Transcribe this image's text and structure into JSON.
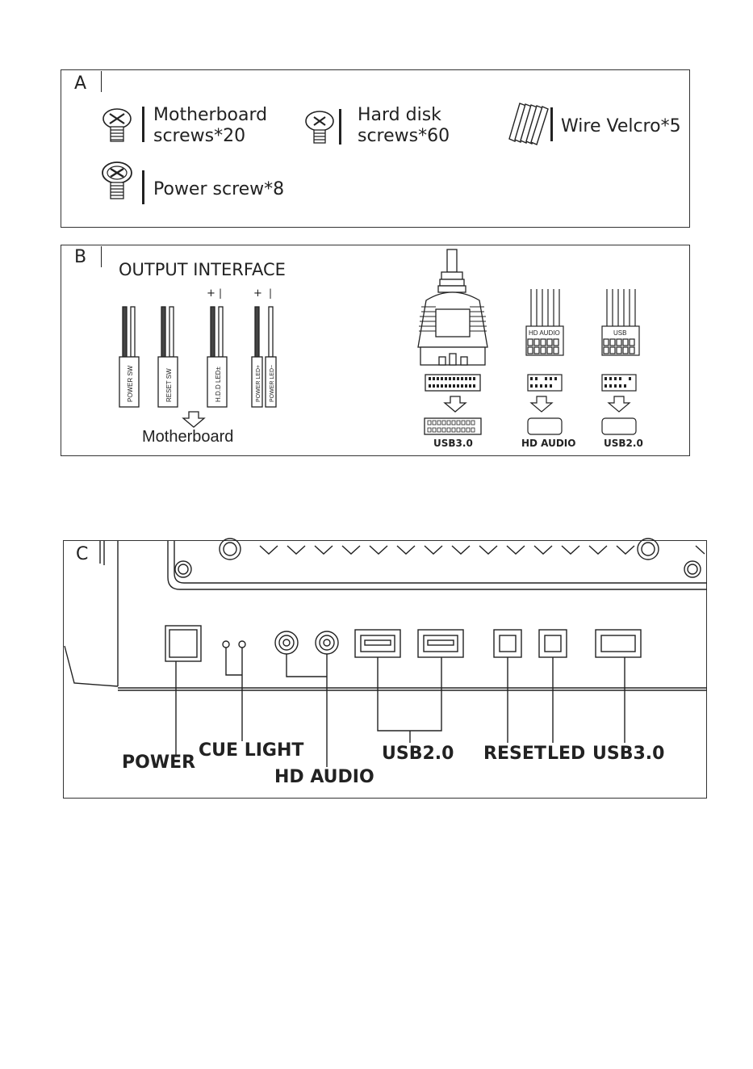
{
  "panel_a": {
    "letter": "A",
    "items": [
      {
        "line1": "Motherboard",
        "line2": "screws*20",
        "icon": "motherboard-screw-icon"
      },
      {
        "line1": "Hard disk",
        "line2": "screws*60",
        "icon": "hard-disk-screw-icon"
      },
      {
        "line1": "Wire Velcro*5",
        "icon": "wire-velcro-icon"
      },
      {
        "line1": "Power screw*8",
        "icon": "power-screw-icon"
      }
    ]
  },
  "panel_b": {
    "letter": "B",
    "title": "OUTPUT INTERFACE",
    "plus": "+",
    "minus": "|",
    "connectors": [
      "POWER SW",
      "RESET SW",
      "H.D.D LED±",
      "POWER LED+",
      "POWER LED−"
    ],
    "motherboard": "Motherboard",
    "header_tags": [
      "HD AUDIO",
      "USB"
    ],
    "ports": [
      "USB3.0",
      "HD AUDIO",
      "USB2.0"
    ]
  },
  "panel_c": {
    "letter": "C",
    "labels": [
      "POWER",
      "CUE LIGHT",
      "HD AUDIO",
      "USB2.0",
      "RESET",
      "LED",
      "USB3.0"
    ]
  }
}
